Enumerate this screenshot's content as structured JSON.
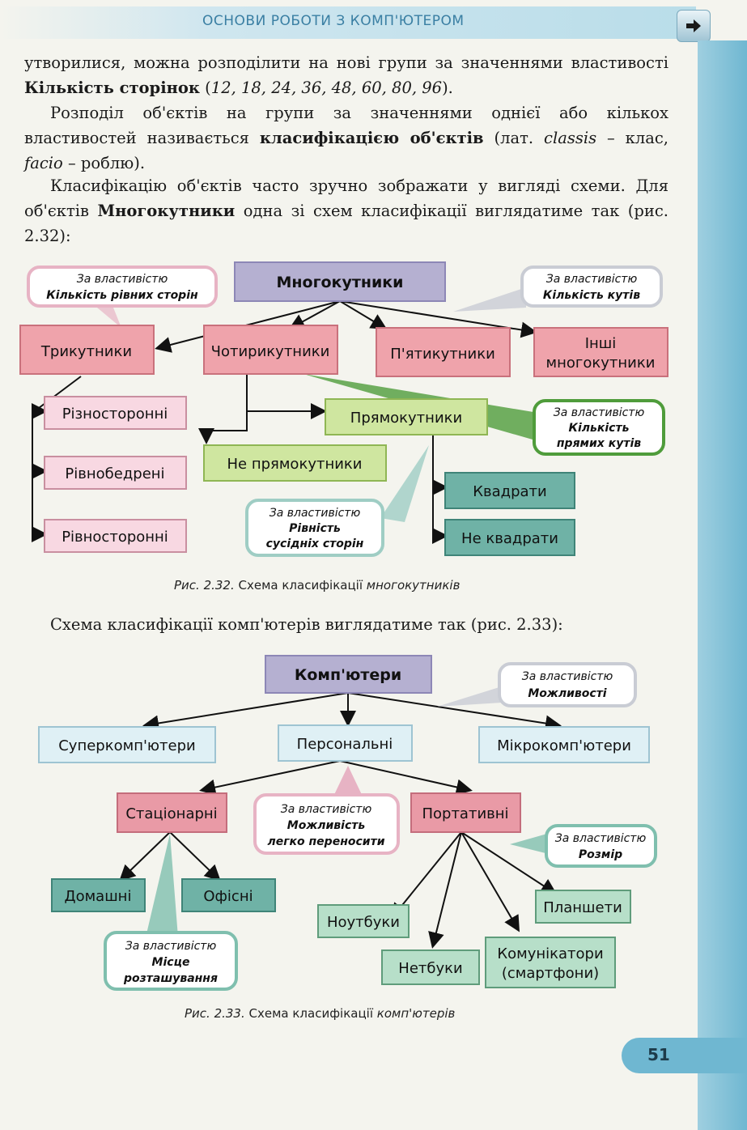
{
  "header": {
    "title": "ОСНОВИ РОБОТИ З КОМП'ЮТЕРОМ"
  },
  "p1": {
    "text": "утворилися, можна розподілити на нові групи за значеннями влас­тивості ",
    "bold": "Кількість сторінок",
    "values": "12, 18, 24, 36, 48, 60, 80, 96"
  },
  "p2": {
    "a": "Розподіл об'єктів на групи за значеннями однієї або кількох властивостей називається ",
    "bold": "класифікацією об'єктів",
    "b": " (лат. ",
    "w1": "classis",
    "c": " – клас, ",
    "w2": "facio",
    "d": " – роблю)."
  },
  "p3": {
    "a": "Класифікацію об'єктів часто зручно зображати у вигляді схеми. Для об'єктів ",
    "bold": "Многокутники",
    "b": " одна зі схем класифікації виглядатиме так (рис. 2.32):"
  },
  "fig32": {
    "root": "Многокутники",
    "level1": [
      "Трикутники",
      "Чотирикутники",
      "П'ятикутники",
      "Інші",
      "многокутники"
    ],
    "triangles": [
      "Різносторонні",
      "Рівнобедрені",
      "Рівносторонні"
    ],
    "quads": [
      "Прямокутники",
      "Не прямокутники"
    ],
    "rects": [
      "Квадрати",
      "Не квадрати"
    ],
    "notes": {
      "n1_prefix": "За властивістю",
      "n1": "Кількість рівних сторін",
      "n2_prefix": "За властивістю",
      "n2": "Кількість кутів",
      "n3_prefix": "За властивістю",
      "n3a": "Кількість",
      "n3b": "прямих кутів",
      "n4_prefix": "За властивістю",
      "n4a": "Рівність",
      "n4b": "сусідніх сторін"
    },
    "caption_a": "Рис. 2.32.",
    "caption_b": " Схема класифікації ",
    "caption_c": "многокутників"
  },
  "p4": {
    "text": "Схема класифікації комп'ютерів виглядатиме так (рис. 2.33):"
  },
  "fig33": {
    "root": "Комп'ютери",
    "level1": [
      "Суперкомп'ютери",
      "Персональні",
      "Мікрокомп'ютери"
    ],
    "level2": [
      "Стаціонарні",
      "Портативні"
    ],
    "stationary": [
      "Домашні",
      "Офісні"
    ],
    "portable": [
      "Ноутбуки",
      "Нетбуки",
      "Планшети",
      "Комунікатори",
      "(смартфони)"
    ],
    "notes": {
      "n1_prefix": "За властивістю",
      "n1": "Можливості",
      "n2_prefix": "За властивістю",
      "n2a": "Можливість",
      "n2b": "легко переносити",
      "n3_prefix": "За властивістю",
      "n3": "Розмір",
      "n4_prefix": "За властивістю",
      "n4a": "Місце",
      "n4b": "розташування"
    },
    "caption_a": "Рис. 2.33.",
    "caption_b": " Схема класифікації ",
    "caption_c": "комп'ютерів"
  },
  "page_number": "51"
}
